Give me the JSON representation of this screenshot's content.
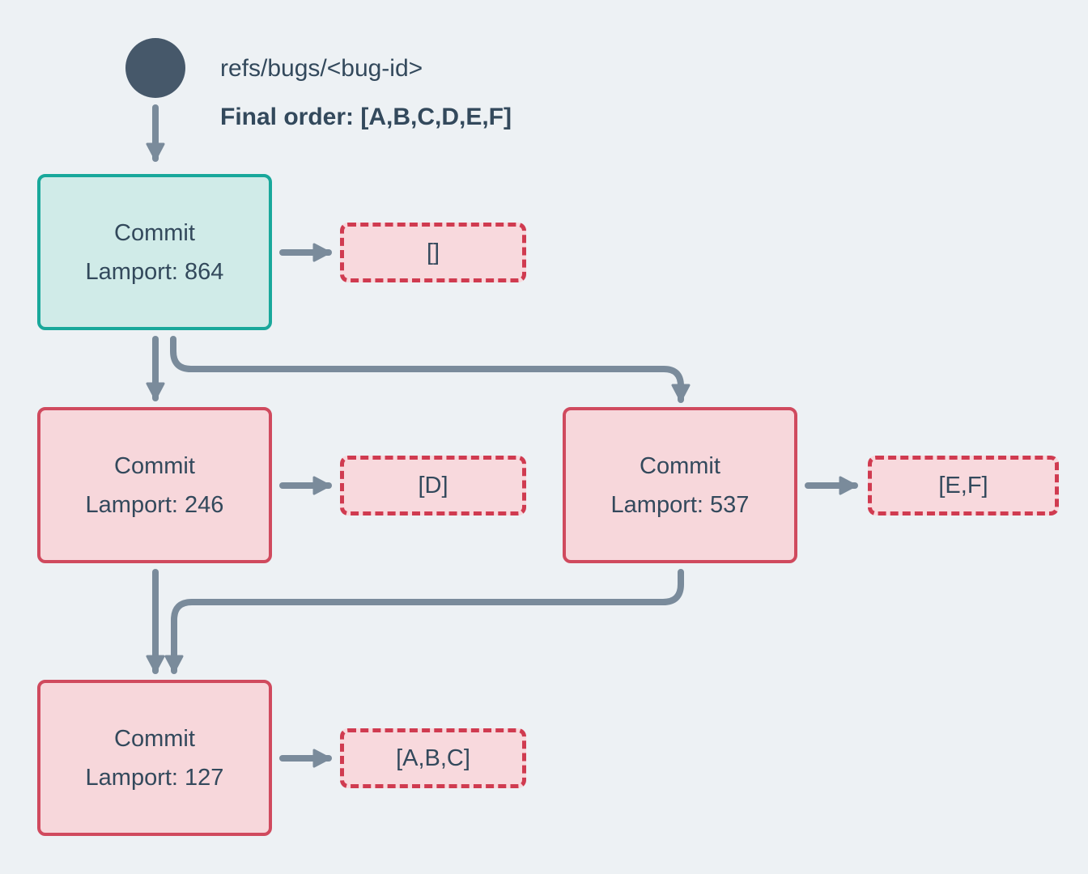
{
  "ref": {
    "label": "refs/bugs/<bug-id>",
    "final_order": "Final order: [A,B,C,D,E,F]"
  },
  "commits": [
    {
      "title": "Commit",
      "lamport": "Lamport: 864",
      "kind": "head"
    },
    {
      "title": "Commit",
      "lamport": "Lamport: 246",
      "kind": "normal"
    },
    {
      "title": "Commit",
      "lamport": "Lamport: 537",
      "kind": "normal"
    },
    {
      "title": "Commit",
      "lamport": "Lamport: 127",
      "kind": "normal"
    }
  ],
  "payloads": [
    {
      "label": "[]"
    },
    {
      "label": "[D]"
    },
    {
      "label": "[E,F]"
    },
    {
      "label": "[A,B,C]"
    }
  ],
  "colors": {
    "background": "#edf1f4",
    "ref_dot": "#46586a",
    "text": "#33495c",
    "edge": "#7a8b9b",
    "head_border": "#19a89b",
    "head_fill": "#d0ebe8",
    "commit_border": "#d04a5e",
    "commit_fill": "#f7d7db",
    "payload_border": "#d03b50",
    "payload_fill": "#f8d9dd"
  }
}
